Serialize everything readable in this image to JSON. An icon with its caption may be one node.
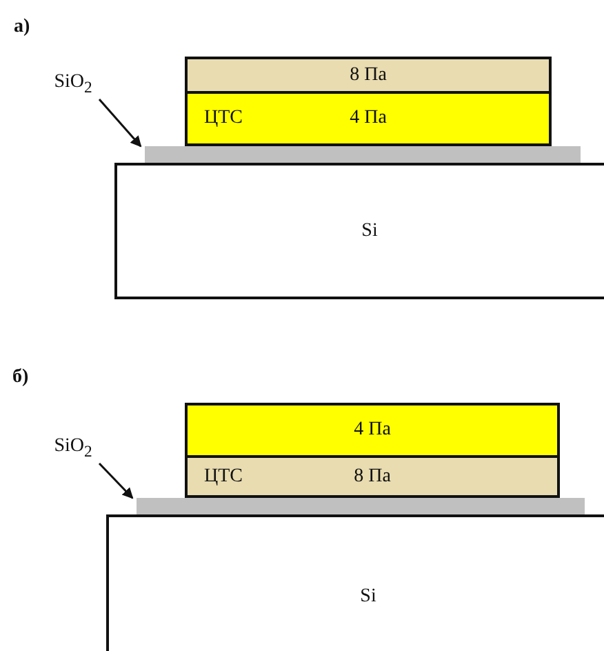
{
  "diagram": {
    "nodes": [
      {
        "text": [
          "8 Па"
        ]
      },
      {
        "text": [
          "ЦТС",
          "4 Па"
        ]
      },
      {
        "text": [
          "SiO$_{2}$"
        ]
      },
      {
        "text": [],
        "shape": "bar"
      },
      {
        "text": [
          "Si"
        ]
      },
      {
        "text": [
          "4 Па"
        ]
      },
      {
        "text": [
          "ЦТС",
          "8 Па"
        ]
      },
      {
        "text": [
          "SiO$_{2}$"
        ]
      },
      {
        "text": [],
        "shape": "bar"
      },
      {
        "text": [
          "Si"
        ]
      }
    ],
    "edges": [
      {
        "from": 2,
        "to": 3,
        "arrow": "to"
      },
      {
        "from": 7,
        "to": 8,
        "arrow": "to"
      }
    ],
    "labels": [
      "а)",
      "б)"
    ]
  }
}
